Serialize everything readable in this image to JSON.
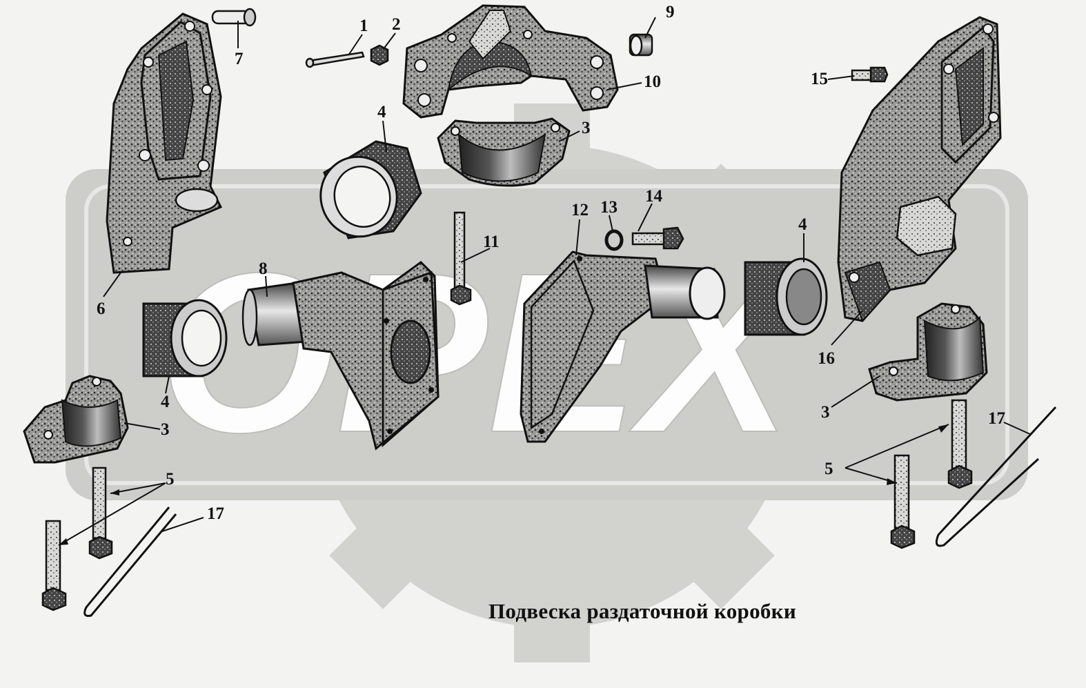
{
  "caption": "Подвеска раздаточной коробки",
  "watermark": {
    "text": "OPEX",
    "colors": {
      "gear": "#cfcfcc",
      "plate": "#c9c9c6",
      "letters": "#ffffff"
    }
  },
  "callouts": [
    {
      "id": "c1",
      "label": "1"
    },
    {
      "id": "c2",
      "label": "2"
    },
    {
      "id": "c3a",
      "label": "3"
    },
    {
      "id": "c3b",
      "label": "3"
    },
    {
      "id": "c3c",
      "label": "3"
    },
    {
      "id": "c4a",
      "label": "4"
    },
    {
      "id": "c4b",
      "label": "4"
    },
    {
      "id": "c4c",
      "label": "4"
    },
    {
      "id": "c5a",
      "label": "5"
    },
    {
      "id": "c5b",
      "label": "5"
    },
    {
      "id": "c6",
      "label": "6"
    },
    {
      "id": "c7",
      "label": "7"
    },
    {
      "id": "c8",
      "label": "8"
    },
    {
      "id": "c9",
      "label": "9"
    },
    {
      "id": "c10",
      "label": "10"
    },
    {
      "id": "c11",
      "label": "11"
    },
    {
      "id": "c12",
      "label": "12"
    },
    {
      "id": "c13",
      "label": "13"
    },
    {
      "id": "c14",
      "label": "14"
    },
    {
      "id": "c15",
      "label": "15"
    },
    {
      "id": "c16",
      "label": "16"
    },
    {
      "id": "c17a",
      "label": "17"
    },
    {
      "id": "c17b",
      "label": "17"
    }
  ],
  "parts": [
    "bracket-left",
    "bracket-right",
    "cap-top",
    "bushing",
    "clamp-half",
    "trunnion-left",
    "trunnion-right",
    "bolt",
    "cotter-pin",
    "castle-nut",
    "stud",
    "lock-washer",
    "pin-key"
  ]
}
